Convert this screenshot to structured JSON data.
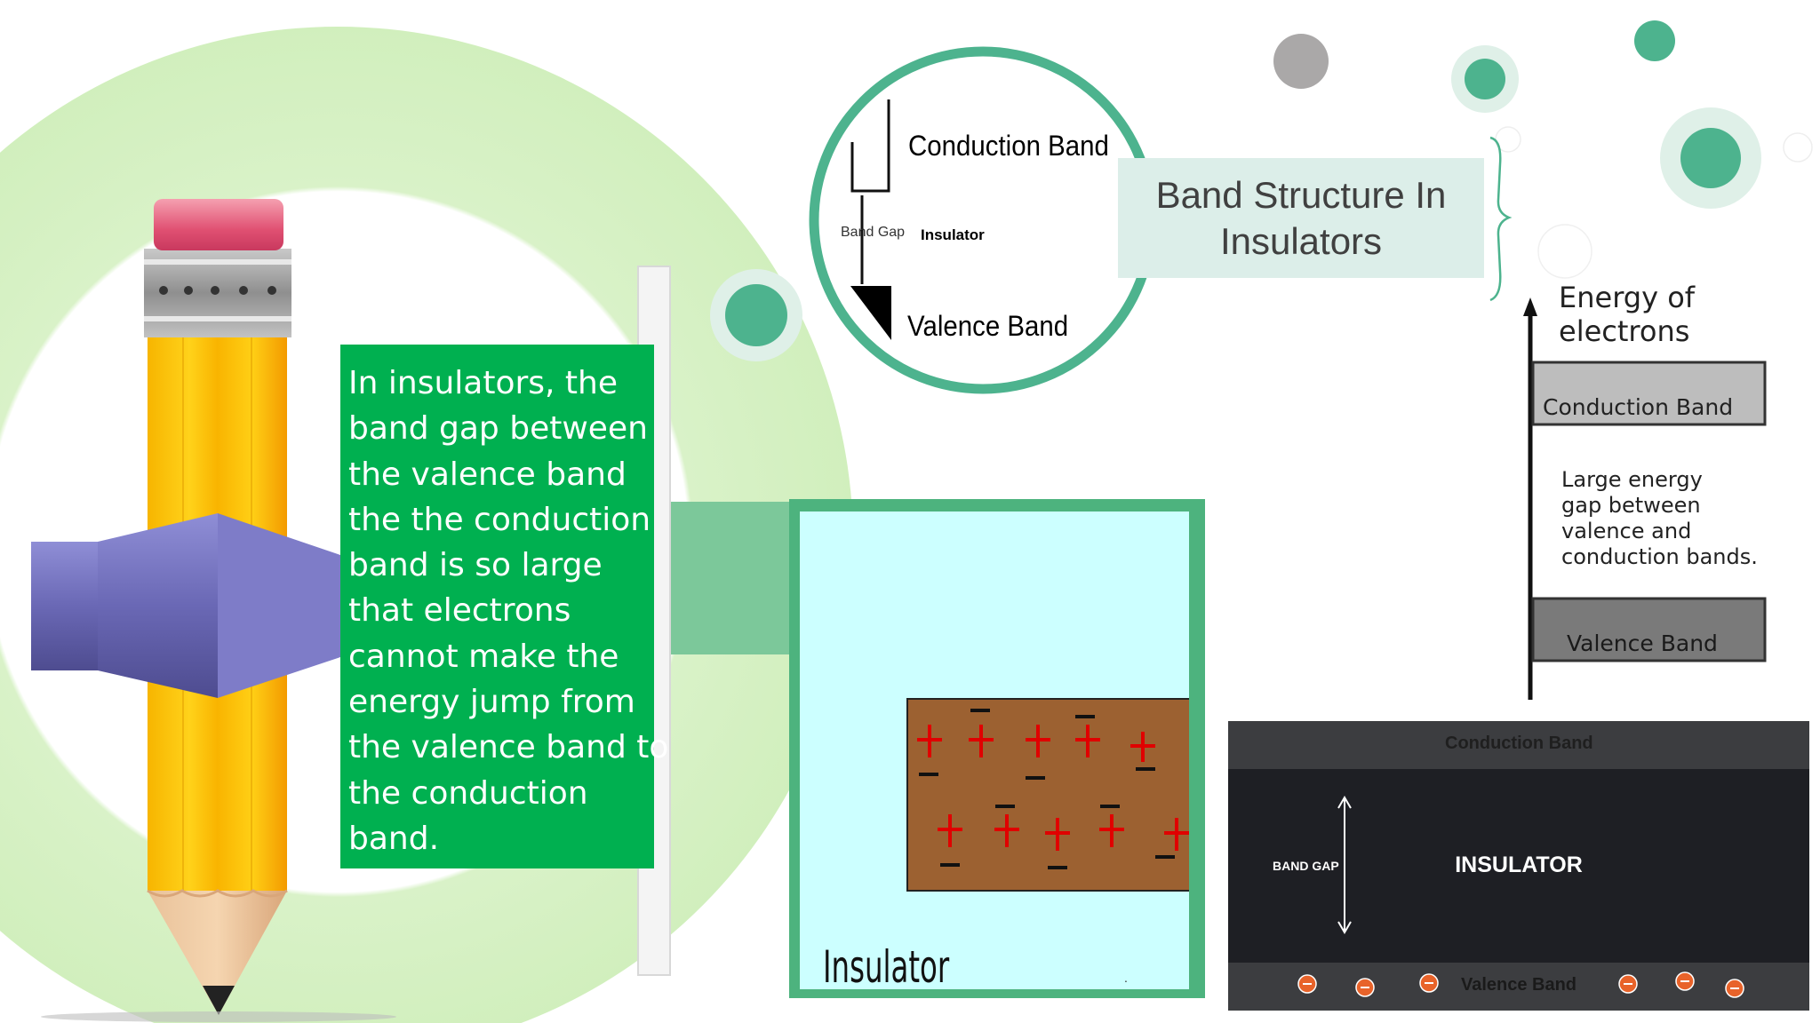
{
  "slide": {
    "text_panel": {
      "lines": [
        "In insulators, the",
        "band gap between",
        "the valence band",
        "the the conduction",
        "band is so large",
        "that electrons",
        "cannot make the",
        "energy jump from",
        "the valence band to",
        "the conduction",
        "band."
      ]
    },
    "title": {
      "line1": "Band Structure In",
      "line2": "Insulators"
    },
    "circle_diagram": {
      "conduction_band": "Conduction Band",
      "band_gap": "Band Gap",
      "insulator": "Insulator",
      "valence_band": "Valence  Band"
    },
    "insulator_figure": {
      "caption": "Insulator"
    },
    "energy_diagram": {
      "axis_label_line1": "Energy of",
      "axis_label_line2": "electrons",
      "conduction_band": "Conduction Band",
      "gap_lines": [
        "Large energy",
        "gap between",
        "valence and",
        "conduction bands."
      ],
      "valence_band": "Valence Band"
    },
    "dark_diagram": {
      "conduction_band": "Conduction Band",
      "band_gap": "BAND GAP",
      "center_label": "INSULATOR",
      "valence_band": "Valence Band"
    },
    "colors": {
      "accent_green": "#00b050",
      "teal": "#4db38e",
      "light_green_bg": "#d7f3c5",
      "gray_dot": "#aaa8a8"
    }
  }
}
